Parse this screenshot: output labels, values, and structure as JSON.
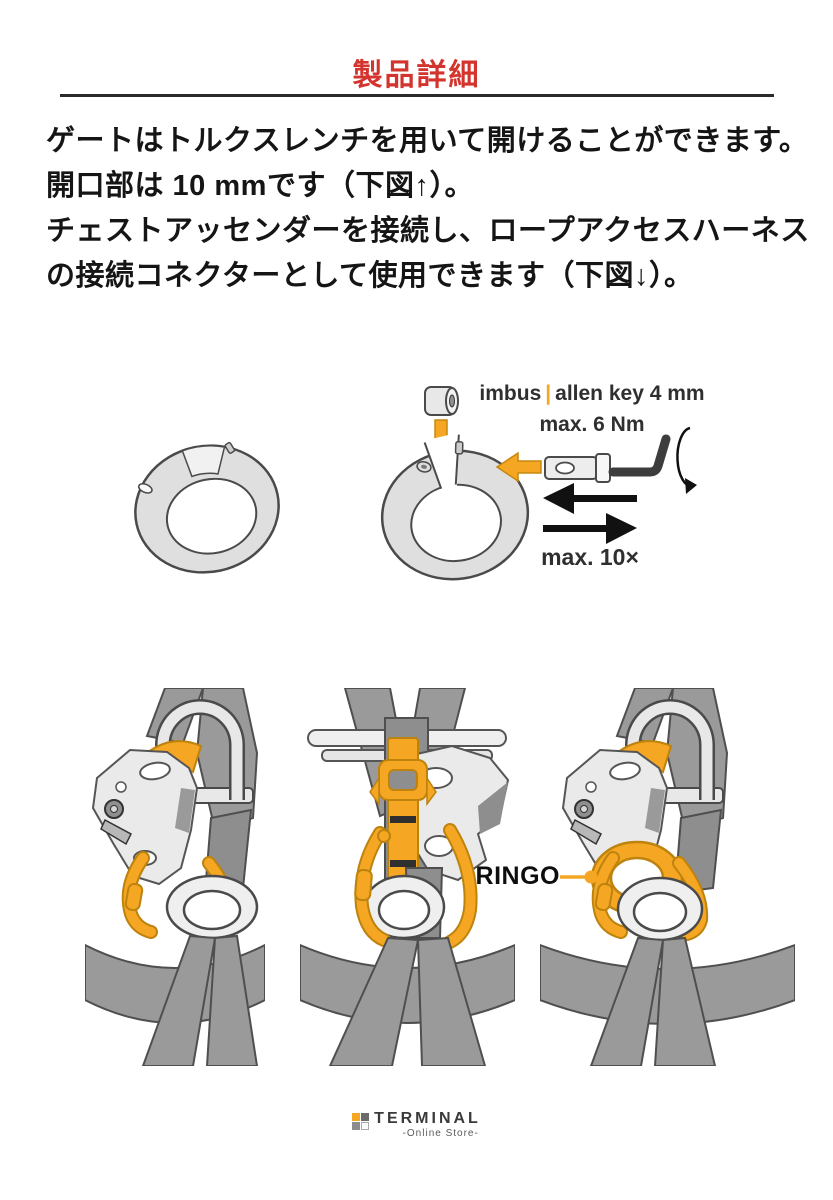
{
  "header": {
    "title": "製品詳細"
  },
  "description": {
    "lines": [
      "ゲートはトルクスレンチを用いて開けることができます。",
      "開口部は 10 mmです（下図↑）。",
      "チェストアッセンダーを接続し、ロープアクセスハーネス",
      "の接続コネクターとして使用できます（下図↓）。"
    ]
  },
  "diagram_tools": {
    "tool_left": "imbus",
    "tool_divider": "|",
    "tool_right": "allen key 4 mm",
    "torque": "max. 6 Nm",
    "repeat": "max. 10×",
    "icons": [
      "closed-ring",
      "open-ring",
      "gate-sleeve",
      "down-arrow",
      "left-arrow-orange",
      "screw-pin",
      "allen-key",
      "rotate-arrow",
      "arrow-left",
      "arrow-right"
    ]
  },
  "diagram_harness": {
    "product_label": "RINGO",
    "views": [
      "harness-side-view",
      "harness-front-view",
      "harness-side-view-with-ringo"
    ]
  },
  "footer": {
    "brand": "TERMINAL",
    "tagline": "-Online Store-"
  },
  "colors": {
    "title_red": "#d4342e",
    "accent_orange": "#f5a623",
    "webbing_gray": "#9a9a9a",
    "device_gray": "#eaeaea",
    "outline": "#4a4a4a"
  }
}
